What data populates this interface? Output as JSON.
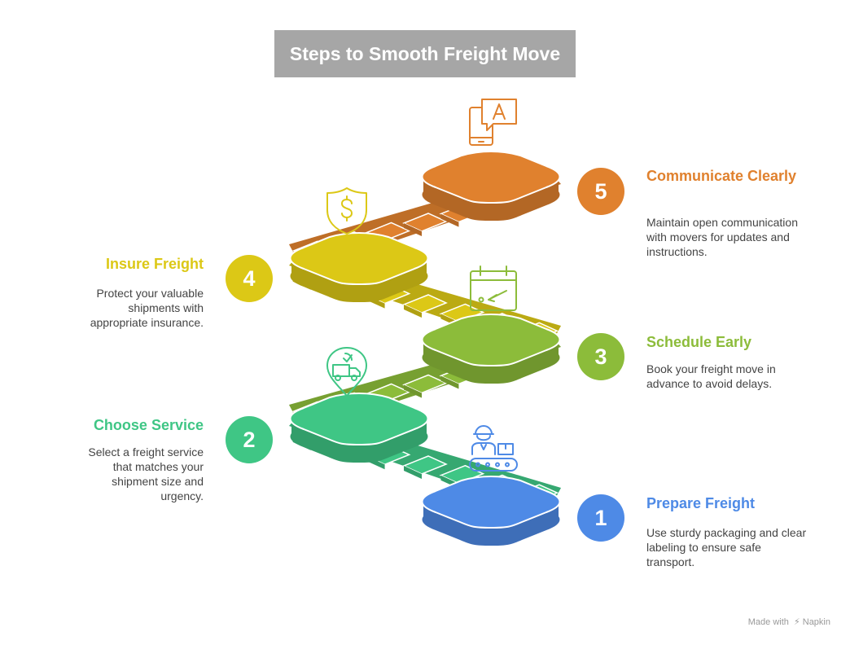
{
  "title": "Steps to Smooth Freight Move",
  "steps": [
    {
      "number": "1",
      "title": "Prepare Freight",
      "description": "Use sturdy packaging and clear labeling to ensure safe transport.",
      "color": "#4e8ae6",
      "icon": "conveyor-worker-icon"
    },
    {
      "number": "2",
      "title": "Choose Service",
      "description": "Select a freight service that matches your shipment size and urgency.",
      "color": "#3fc685",
      "icon": "truck-location-icon"
    },
    {
      "number": "3",
      "title": "Schedule Early",
      "description": "Book your freight move in advance to avoid delays.",
      "color": "#8cbc3a",
      "icon": "calendar-icon"
    },
    {
      "number": "4",
      "title": "Insure Freight",
      "description": "Protect your valuable shipments with appropriate insurance.",
      "color": "#dcc816",
      "icon": "shield-dollar-icon"
    },
    {
      "number": "5",
      "title": "Communicate Clearly",
      "description": "Maintain open communication with movers for updates and instructions.",
      "color": "#e0812e",
      "icon": "phone-chat-icon"
    }
  ],
  "footer": {
    "made_with": "Made with",
    "brand": "Napkin"
  }
}
